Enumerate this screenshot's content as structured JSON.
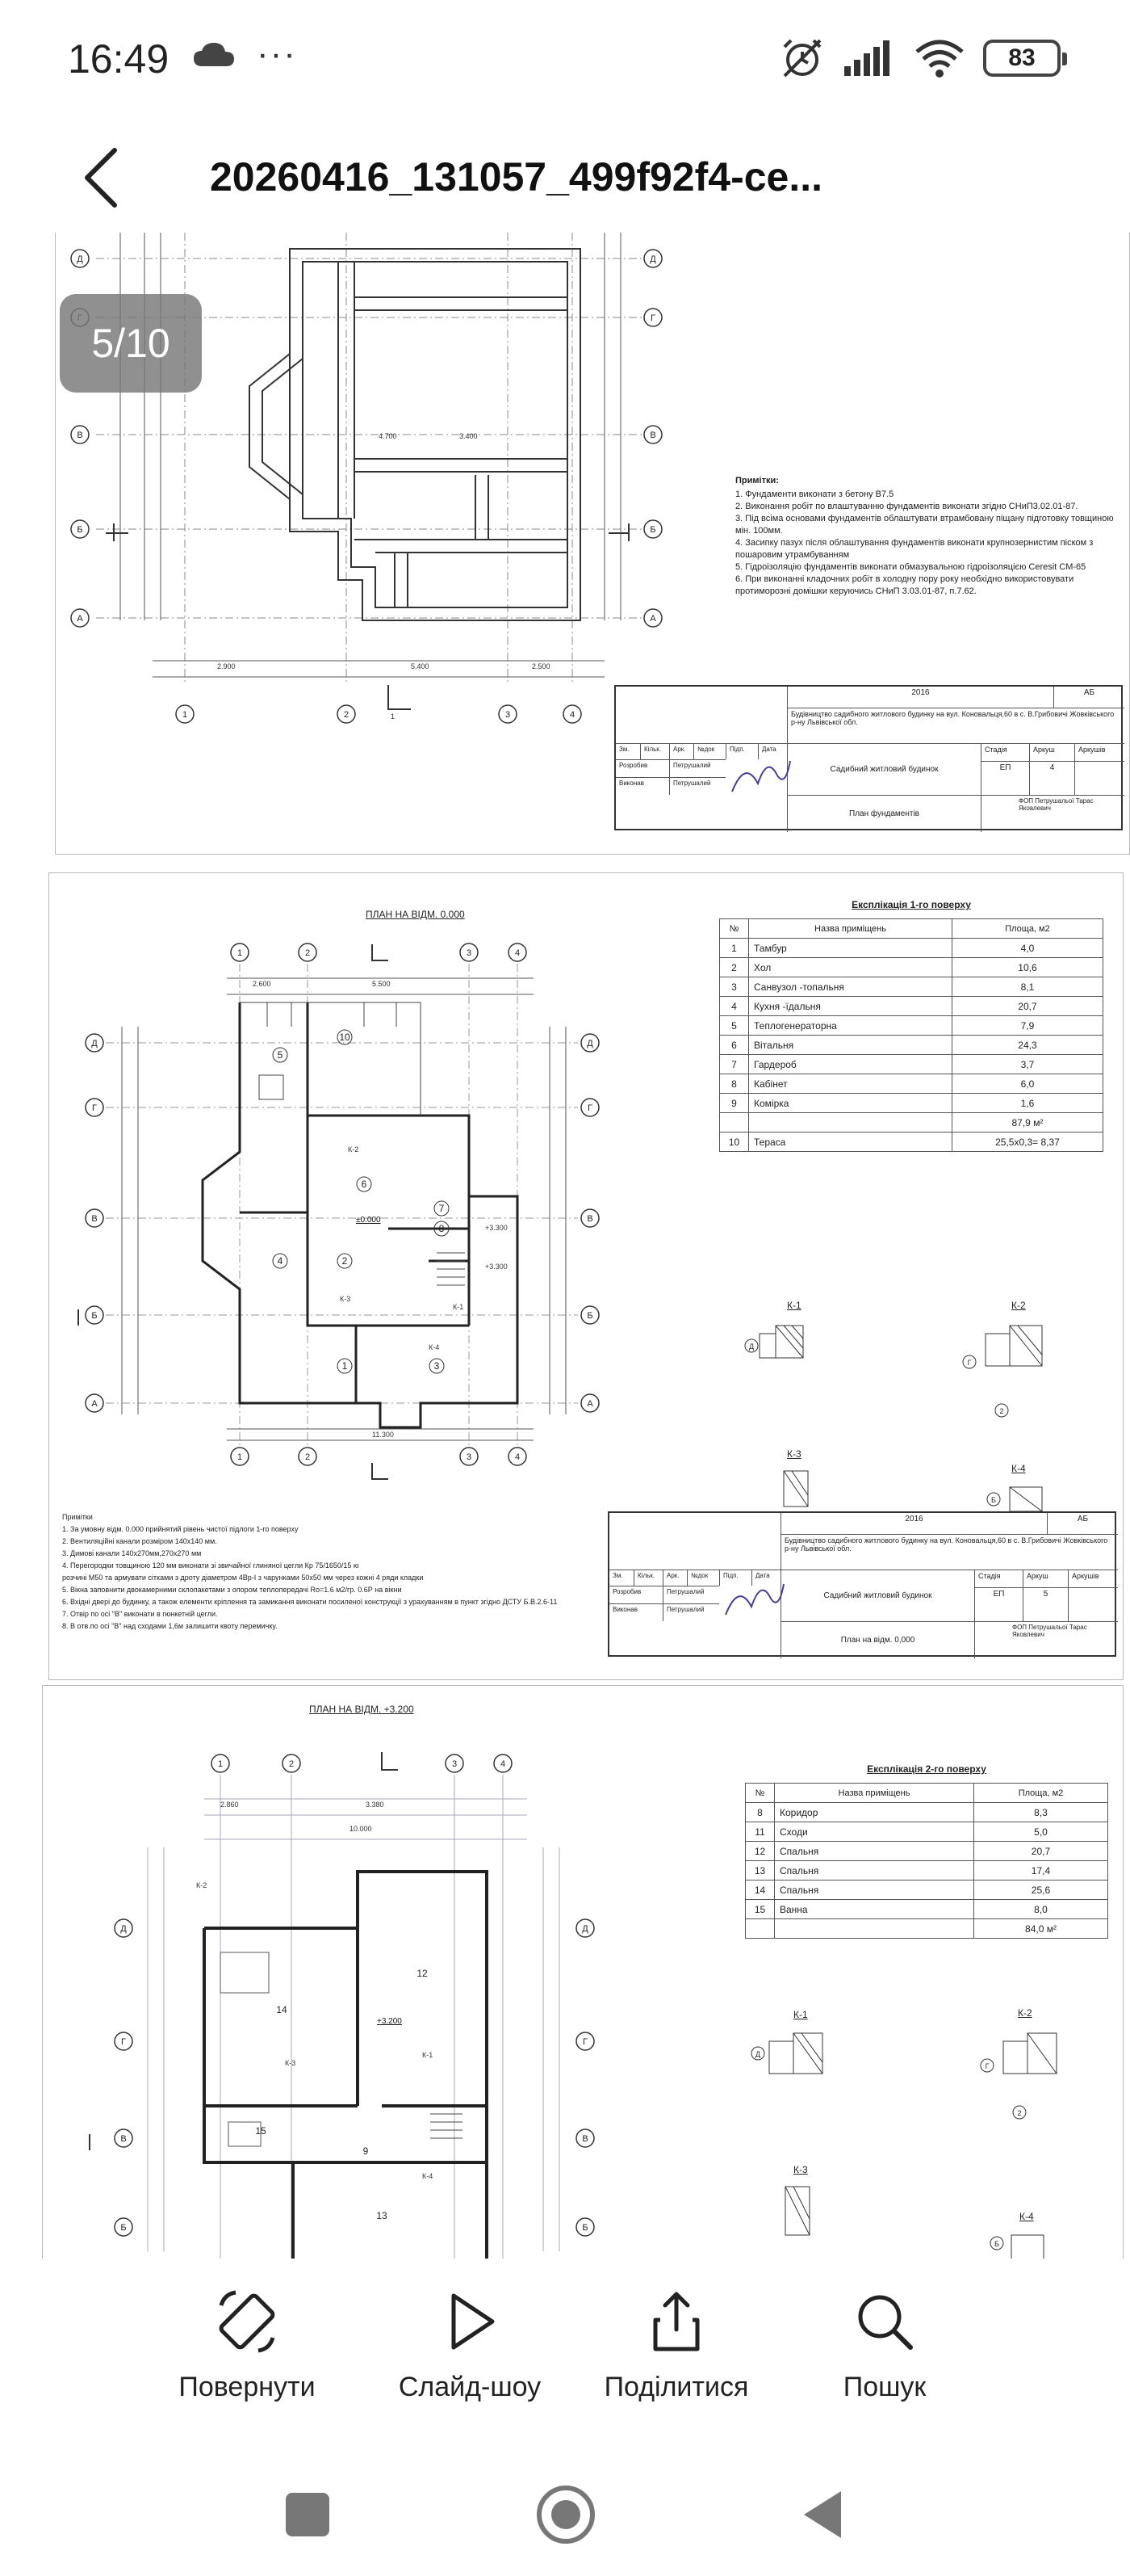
{
  "status_bar": {
    "time": "16:49",
    "dots": "···",
    "battery": "83"
  },
  "header": {
    "title": "20260416_131057_499f92f4-ce..."
  },
  "viewer": {
    "page_indicator": "5/10"
  },
  "page1": {
    "notes_title": "Примітки:",
    "notes": [
      "1.   Фундаменти виконати з бетону В7.5",
      "2.   Виконання робіт по влаштуванню фундаментів виконати згідно СНиП3.02.01-87.",
      "3.   Під всіма основами фундаментів облаштувати втрамбовану піщану підготовку товщиною мін. 100мм.",
      "4.   Засипку пазух після облаштування фундаментів виконати крупнозернистим піском з пошаровим утрамбуванням",
      "5.   Гідроізоляцію фундаментів виконати обмазувальною гідроізоляцією Ceresit CM-65",
      "6.   При виконанні кладочних робіт в холодну пору року необхідно використовувати протиморозні домішки керуючись СНиП 3.03.01-87, п.7.62."
    ],
    "stamp": {
      "year": "2016",
      "code": "АБ",
      "project": "Будівництво садибного житлового будинку на вул. Коновальця,60 в с. В.Грибовичі Жовківського р-ну Львівської обл.",
      "building": "Садибний житловий будинок",
      "stage_label": "Стадія",
      "sheet_label": "Аркуш",
      "sheets_label": "Аркушів",
      "stage": "ЕП",
      "sheet": "4",
      "sheet_name": "План фундаментів",
      "company": "ФОП Петрушальої Тарас Яковлевич",
      "headers": [
        "Зм.",
        "Кільк.",
        "Арк.",
        "№док",
        "Підп.",
        "Дата"
      ],
      "role1": "Розробив",
      "role2": "Виконав",
      "person": "Петрушалий"
    }
  },
  "page2": {
    "plan_title": "ПЛАН НА ВІДМ. 0.000",
    "expl_title": "Експлікація 1-го поверху",
    "expl_headers": [
      "№",
      "Назва приміщень",
      "Площа, м2"
    ],
    "rooms": [
      {
        "n": "1",
        "name": "Тамбур",
        "area": "4,0"
      },
      {
        "n": "2",
        "name": "Хол",
        "area": "10,6"
      },
      {
        "n": "3",
        "name": "Санвузол -топальня",
        "area": "8,1"
      },
      {
        "n": "4",
        "name": "Кухня -їдальня",
        "area": "20,7"
      },
      {
        "n": "5",
        "name": "Теплогенераторна",
        "area": "7,9"
      },
      {
        "n": "6",
        "name": "Вітальня",
        "area": "24,3"
      },
      {
        "n": "7",
        "name": "Гардероб",
        "area": "3,7"
      },
      {
        "n": "8",
        "name": "Кабінет",
        "area": "6,0"
      },
      {
        "n": "9",
        "name": "Комірка",
        "area": "1,6"
      },
      {
        "n": "",
        "name": "",
        "area": "87,9 м²"
      },
      {
        "n": "10",
        "name": "Тераса",
        "area": "25,5х0,3= 8,37"
      }
    ],
    "details": [
      "К-1",
      "К-2",
      "К-3",
      "К-4"
    ],
    "elev_mark": "±0.000",
    "notes_title": "Примітки",
    "notes": [
      "1. За умовну відм. 0.000 прийнятий рівень чистої підлоги 1-го поверху",
      "2. Вентиляційні канали розміром 140х140 мм.",
      "3. Димові канали 140х270мм,270х270 мм",
      "4. Перегородки товщиною 120 мм виконати зі звичайної глиняної цегли Кр 75/1650/15 ю",
      "   розчині М50 та армувати сітками з дроту діаметром 4Вр-І з чарунками 50х50 мм через кожні 4 ряди кладки",
      "5. Вікна заповнити двокамерними склопакетами з опором теплопередачі Ro=1.6 м2/гр. 0.6Р на вікни",
      "6. Вхідні двері до будинку, а також елементи кріплення та замикання виконати посиленої конструкції з урахуванням в пункт згідно ДСТУ Б.В.2.6-11",
      "7. Отвір по осі \"В\" виконати в гюнкетній цегли.",
      "8. В отв.по осі \"В\" над сходами 1,6м залишити квоту перемичку."
    ],
    "stamp": {
      "year": "2016",
      "code": "АБ",
      "project": "Будівництво садибного житлового будинку на вул. Коновальця,60 в с. В.Грибовичі Жовківського р-ну Львівської обл.",
      "building": "Садибний житловий будинок",
      "stage_label": "Стадія",
      "sheet_label": "Аркуш",
      "sheets_label": "Аркушів",
      "stage": "ЕП",
      "sheet": "5",
      "sheet_name": "План на відм. 0,000",
      "company": "ФОП Петрушальої Тарас Яковлевич",
      "headers": [
        "Зм.",
        "Кільк.",
        "Арк.",
        "№док",
        "Підп.",
        "Дата"
      ],
      "role1": "Розробив",
      "role2": "Виконав",
      "person": "Петрушалий"
    }
  },
  "page3": {
    "plan_title": "ПЛАН НА ВІДМ. +3.200",
    "expl_title": "Експлікація 2-го поверху",
    "expl_headers": [
      "№",
      "Назва приміщень",
      "Площа, м2"
    ],
    "rooms": [
      {
        "n": "8",
        "name": "Коридор",
        "area": "8,3"
      },
      {
        "n": "11",
        "name": "Сходи",
        "area": "5,0"
      },
      {
        "n": "12",
        "name": "Спальня",
        "area": "20,7"
      },
      {
        "n": "13",
        "name": "Спальня",
        "area": "17,4"
      },
      {
        "n": "14",
        "name": "Спальня",
        "area": "25,6"
      },
      {
        "n": "15",
        "name": "Ванна",
        "area": "8,0"
      },
      {
        "n": "",
        "name": "",
        "area": "84,0 м²"
      }
    ],
    "details": [
      "К-1",
      "К-2",
      "К-3",
      "К-4"
    ],
    "elev_mark": "+3.200"
  },
  "actions": [
    {
      "label": "Повернути",
      "icon": "rotate-icon"
    },
    {
      "label": "Слайд-шоу",
      "icon": "play-icon"
    },
    {
      "label": "Поділитися",
      "icon": "share-icon"
    },
    {
      "label": "Пошук",
      "icon": "search-icon"
    }
  ]
}
